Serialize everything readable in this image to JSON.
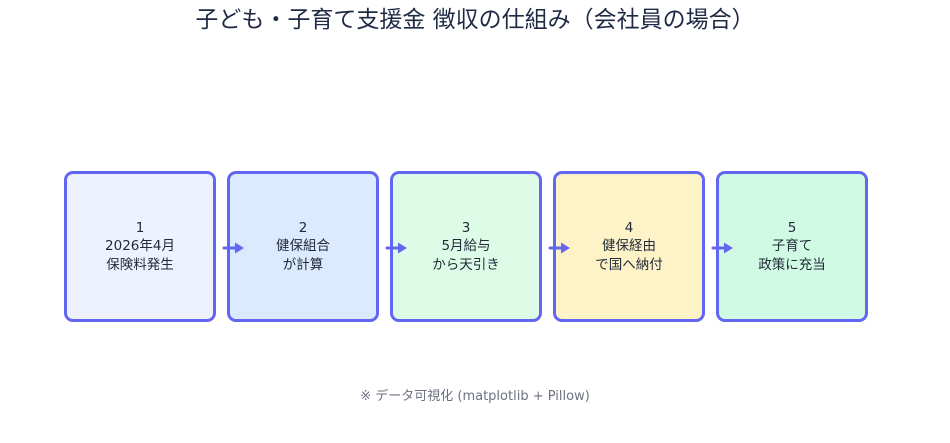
{
  "title": "子ども・子育て支援金 徴収の仕組み（会社員の場合）",
  "steps": [
    {
      "number": "1",
      "lines": [
        "2026年4月",
        "保険料発生"
      ],
      "color": "#eef2ff"
    },
    {
      "number": "2",
      "lines": [
        "健保組合",
        "が計算"
      ],
      "color": "#dbeafe"
    },
    {
      "number": "3",
      "lines": [
        "5月給与",
        "から天引き"
      ],
      "color": "#dcfce7"
    },
    {
      "number": "4",
      "lines": [
        "健保経由",
        "で国へ納付"
      ],
      "color": "#fef3c7"
    },
    {
      "number": "5",
      "lines": [
        "子育て",
        "政策に充当"
      ],
      "color": "#d1fae5"
    }
  ],
  "colors": {
    "border": "#6366f1",
    "arrow": "#6366f1"
  },
  "icons": {
    "connector": "arrow-right-icon"
  },
  "footnote": "※ データ可視化 (matplotlib + Pillow)"
}
